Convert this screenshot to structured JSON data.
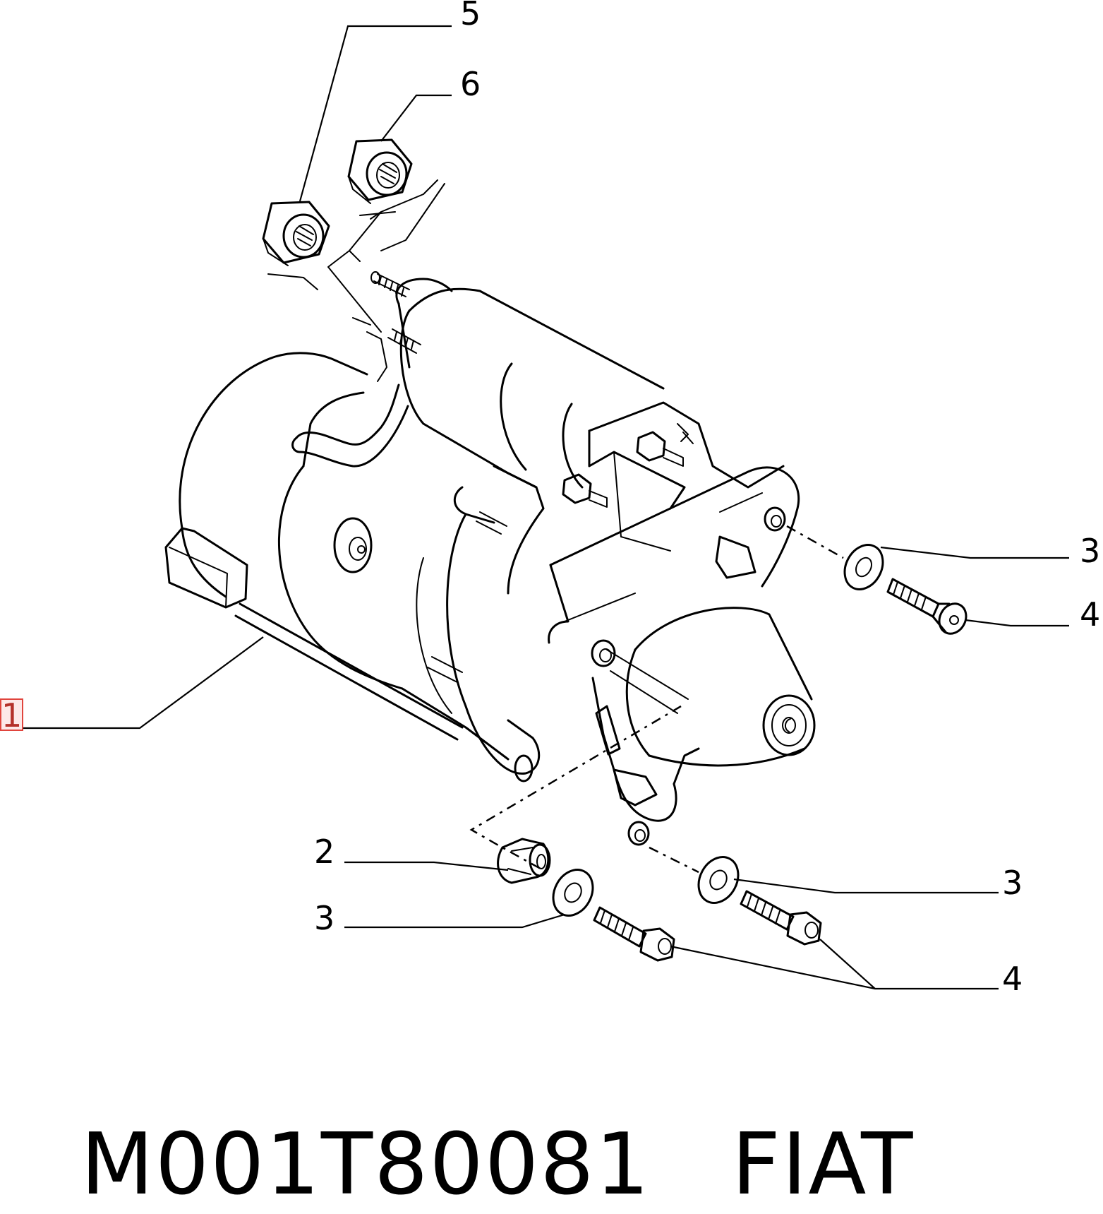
{
  "callouts": {
    "c5": "5",
    "c6": "6",
    "c3_upper": "3",
    "c4_upper": "4",
    "c1": "1",
    "c2": "2",
    "c3_lower_left": "3",
    "c3_lower_right": "3",
    "c4_lower": "4"
  },
  "caption": {
    "part_number": "M001T80081",
    "brand": "FIAT"
  },
  "colors": {
    "line": "#000000",
    "background": "#ffffff",
    "highlight_border": "#e0443d",
    "highlight_fill": "#fde8e8"
  }
}
